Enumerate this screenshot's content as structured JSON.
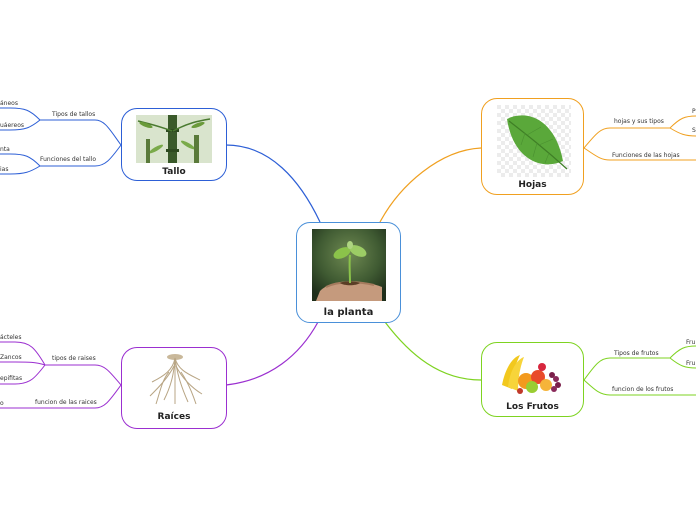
{
  "central": {
    "label": "la planta",
    "image": "seedling-in-hand",
    "color": "#4a90d9"
  },
  "tallo": {
    "label": "Tallo",
    "image": "bamboo-stem",
    "color": "#2d5fd6",
    "branches": [
      {
        "label": "Tipos de tallos",
        "children": [
          "áneos",
          "uáereos"
        ]
      },
      {
        "label": "Funciones del tallo",
        "children": [
          "nta",
          "ias"
        ]
      }
    ]
  },
  "raices": {
    "label": "Raíces",
    "image": "plant-roots",
    "color": "#9b2fd0",
    "branches": [
      {
        "label": "tipos de raises",
        "children": [
          "ácteles",
          "Zancos",
          "epifitas"
        ]
      },
      {
        "label": "funcion de las raices",
        "children": [
          "o"
        ]
      }
    ]
  },
  "hojas": {
    "label": "Hojas",
    "image": "green-leaf",
    "color": "#f0a020",
    "branches": [
      {
        "label": "hojas y sus tipos",
        "children": [
          "P",
          "S"
        ]
      },
      {
        "label": "Funciones de las hojas",
        "children": []
      }
    ]
  },
  "frutos": {
    "label": "Los Frutos",
    "image": "fruit-pile",
    "color": "#7ed321",
    "branches": [
      {
        "label": "Tipos de frutos",
        "children": [
          "Fru",
          "Fru"
        ]
      },
      {
        "label": "funcion de los frutos",
        "children": []
      }
    ]
  }
}
